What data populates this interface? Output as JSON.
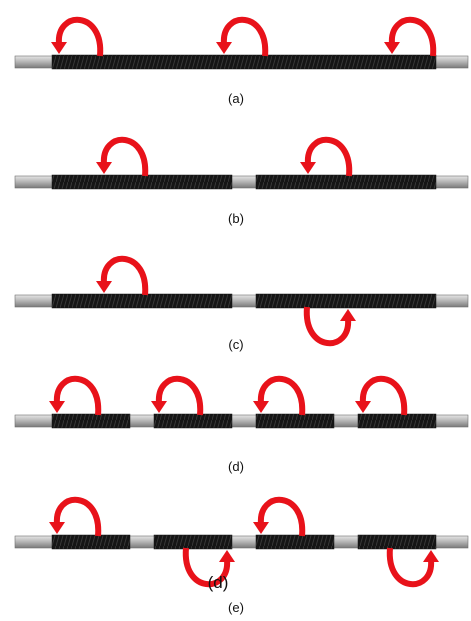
{
  "colors": {
    "rod": "#b3b3b3",
    "rod_edge": "#6e6e6e",
    "winding": "#151515",
    "arrow": "#e8121a",
    "label": "#111111",
    "background": "#ffffff"
  },
  "panels": [
    {
      "label": "(a)",
      "segments": 1,
      "twists": [
        {
          "segment": 1,
          "position": "left",
          "side": "top"
        },
        {
          "segment": 1,
          "position": "middle",
          "side": "top"
        },
        {
          "segment": 1,
          "position": "right",
          "side": "top"
        }
      ]
    },
    {
      "label": "(b)",
      "segments": 2,
      "twists": [
        {
          "segment": 1,
          "position": "middle",
          "side": "top"
        },
        {
          "segment": 2,
          "position": "middle",
          "side": "top"
        }
      ]
    },
    {
      "label": "(c)",
      "segments": 2,
      "twists": [
        {
          "segment": 1,
          "position": "middle",
          "side": "top"
        },
        {
          "segment": 2,
          "position": "middle",
          "side": "bottom"
        }
      ]
    },
    {
      "label": "(d)",
      "segments": 4,
      "twists": [
        {
          "segment": 1,
          "position": "left",
          "side": "top"
        },
        {
          "segment": 2,
          "position": "left",
          "side": "top"
        },
        {
          "segment": 3,
          "position": "left",
          "side": "top"
        },
        {
          "segment": 4,
          "position": "left",
          "side": "top"
        }
      ]
    },
    {
      "label": "(e)",
      "segments": 4,
      "stray_label": "(d)",
      "twists": [
        {
          "segment": 1,
          "position": "left",
          "side": "top"
        },
        {
          "segment": 2,
          "position": "right",
          "side": "bottom"
        },
        {
          "segment": 3,
          "position": "left",
          "side": "top"
        },
        {
          "segment": 4,
          "position": "right",
          "side": "bottom"
        }
      ]
    }
  ]
}
